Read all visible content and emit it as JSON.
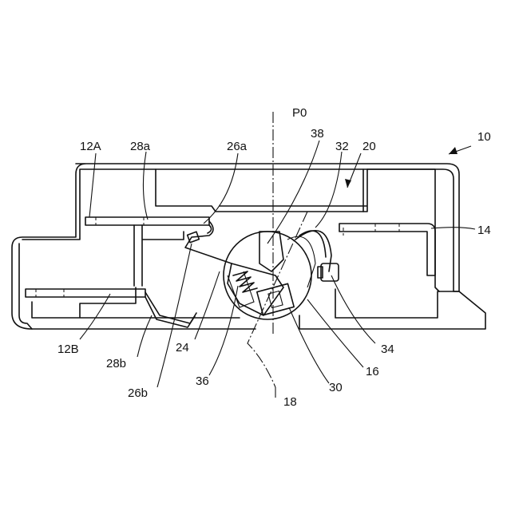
{
  "labels": {
    "l10": "10",
    "l20": "20",
    "lP0": "P0",
    "l38": "38",
    "l32": "32",
    "l26a": "26a",
    "l28a": "28a",
    "l12A": "12A",
    "l14": "14",
    "l34": "34",
    "l16": "16",
    "l30": "30",
    "l18": "18",
    "l36": "36",
    "l24": "24",
    "l26b": "26b",
    "l28b": "28b",
    "l12B": "12B"
  }
}
